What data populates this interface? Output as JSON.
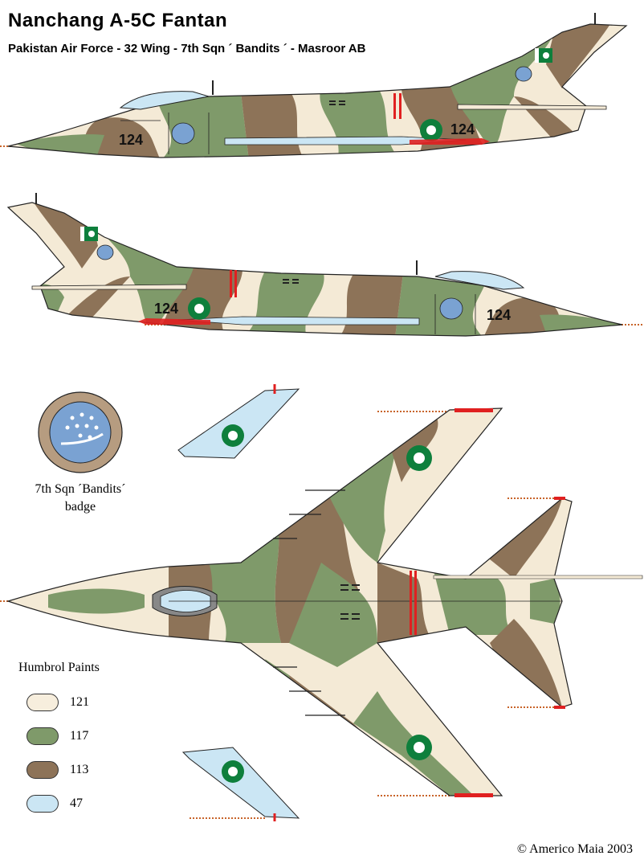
{
  "header": {
    "title": "Nanchang A-5C   Fantan",
    "subtitle": "Pakistan Air Force - 32 Wing - 7th  Sqn ´ Bandits ´ - Masroor AB"
  },
  "aircraft": {
    "serial": "124"
  },
  "badge": {
    "caption_line1": "7th Sqn ´Bandits´",
    "caption_line2": "badge"
  },
  "paints": {
    "title": "Humbrol Paints",
    "items": [
      {
        "code": "121",
        "color": "#f7eedd"
      },
      {
        "code": "117",
        "color": "#7f9a6a"
      },
      {
        "code": "113",
        "color": "#8d7358"
      },
      {
        "code": "47",
        "color": "#cbe6f4"
      }
    ]
  },
  "colors": {
    "sand": "#f4ead6",
    "green": "#7f9a6a",
    "brown": "#8d7358",
    "light_blue": "#cbe6f4",
    "roundel_green": "#0e7f3c",
    "red": "#e02020",
    "badge_blue": "#7aa2d2"
  },
  "copyright": "© Americo Maia 2003"
}
